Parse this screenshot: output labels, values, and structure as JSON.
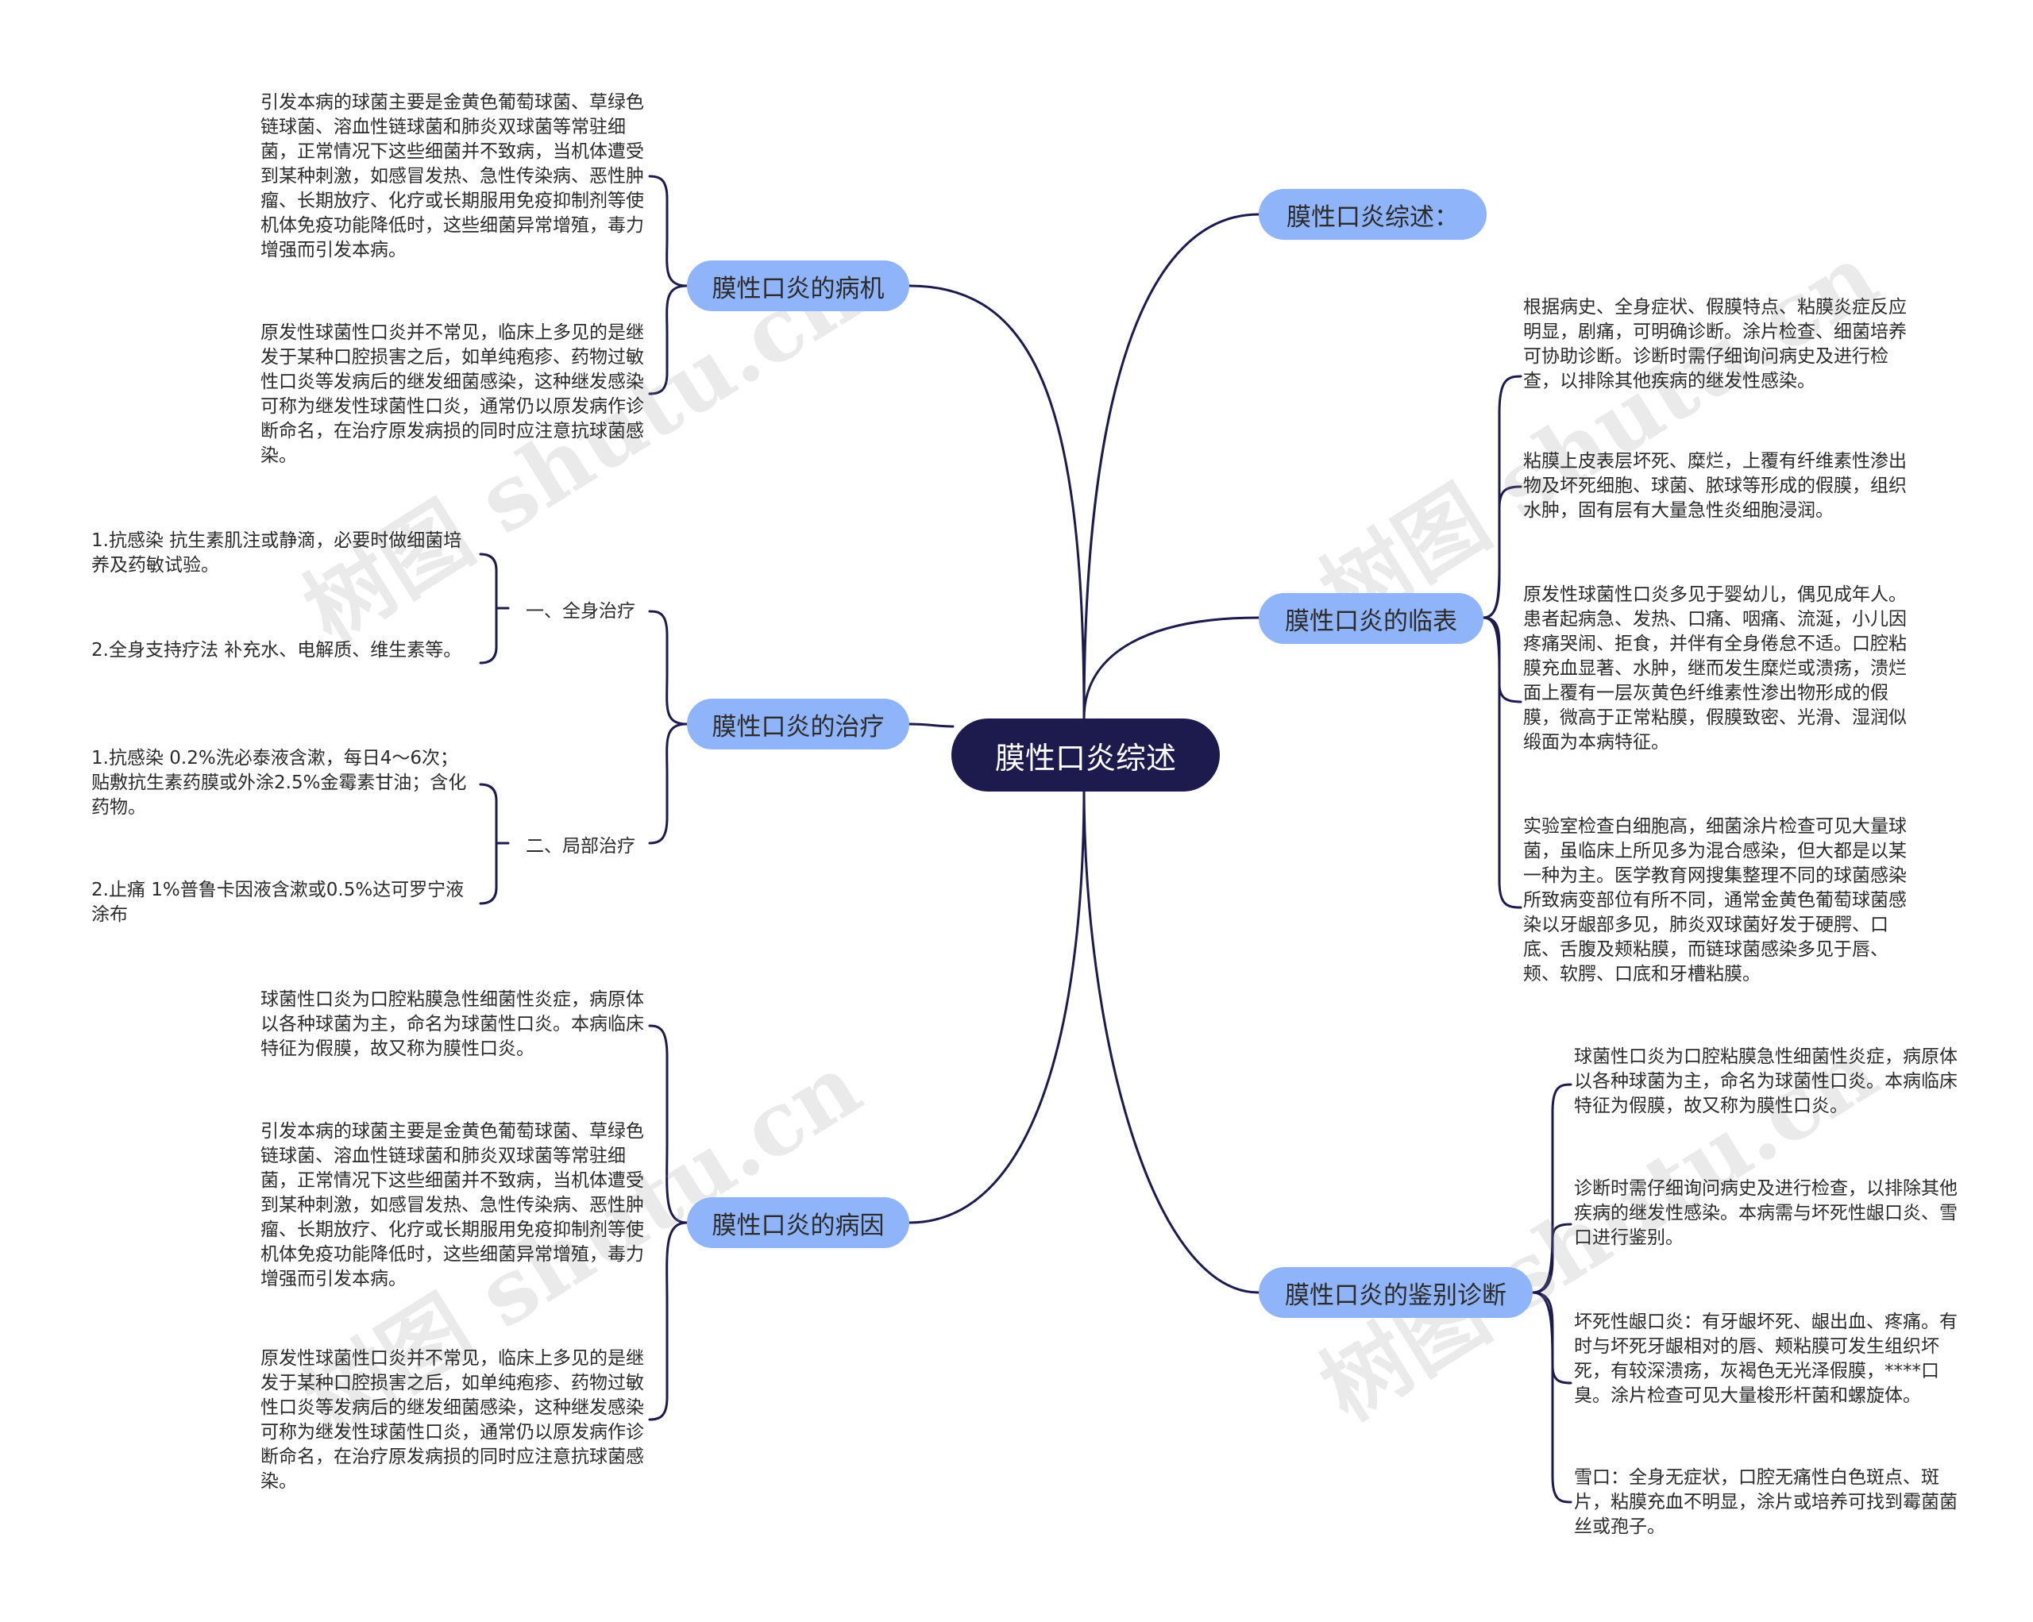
{
  "root": {
    "label": "膜性口炎综述"
  },
  "branches": {
    "overview": {
      "label": "膜性口炎综述："
    },
    "pathogenesis": {
      "label": "膜性口炎的病机",
      "leaves": [
        "引发本病的球菌主要是金黄色葡萄球菌、草绿色链球菌、溶血性链球菌和肺炎双球菌等常驻细菌，正常情况下这些细菌并不致病，当机体遭受到某种刺激，如感冒发热、急性传染病、恶性肿瘤、长期放疗、化疗或长期服用免疫抑制剂等使机体免疫功能降低时，这些细菌异常增殖，毒力增强而引发本病。",
        "原发性球菌性口炎并不常见，临床上多见的是继发于某种口腔损害之后，如单纯疱疹、药物过敏性口炎等发病后的继发细菌感染，这种继发感染可称为继发性球菌性口炎，通常仍以原发病作诊断命名，在治疗原发病损的同时应注意抗球菌感染。"
      ]
    },
    "treatment": {
      "label": "膜性口炎的治疗",
      "groups": [
        {
          "label": "一、全身治疗",
          "leaves": [
            "1.抗感染 抗生素肌注或静滴，必要时做细菌培养及药敏试验。",
            "2.全身支持疗法 补充水、电解质、维生素等。"
          ]
        },
        {
          "label": "二、局部治疗",
          "leaves": [
            "1.抗感染 0.2%洗必泰液含漱，每日4～6次；贴敷抗生素药膜或外涂2.5%金霉素甘油；含化药物。",
            "2.止痛 1%普鲁卡因液含漱或0.5%达可罗宁液涂布"
          ]
        }
      ]
    },
    "etiology": {
      "label": "膜性口炎的病因",
      "leaves": [
        "球菌性口炎为口腔粘膜急性细菌性炎症，病原体以各种球菌为主，命名为球菌性口炎。本病临床特征为假膜，故又称为膜性口炎。",
        "引发本病的球菌主要是金黄色葡萄球菌、草绿色链球菌、溶血性链球菌和肺炎双球菌等常驻细菌，正常情况下这些细菌并不致病，当机体遭受到某种刺激，如感冒发热、急性传染病、恶性肿瘤、长期放疗、化疗或长期服用免疫抑制剂等使机体免疫功能降低时，这些细菌异常增殖，毒力增强而引发本病。",
        "原发性球菌性口炎并不常见，临床上多见的是继发于某种口腔损害之后，如单纯疱疹、药物过敏性口炎等发病后的继发细菌感染，这种继发感染可称为继发性球菌性口炎，通常仍以原发病作诊断命名，在治疗原发病损的同时应注意抗球菌感染。"
      ]
    },
    "clinical": {
      "label": "膜性口炎的临表",
      "leaves": [
        "根据病史、全身症状、假膜特点、粘膜炎症反应明显，剧痛，可明确诊断。涂片检查、细菌培养可协助诊断。诊断时需仔细询问病史及进行检查，以排除其他疾病的继发性感染。",
        "粘膜上皮表层坏死、糜烂，上覆有纤维素性渗出物及坏死细胞、球菌、脓球等形成的假膜，组织水肿，固有层有大量急性炎细胞浸润。",
        "原发性球菌性口炎多见于婴幼儿，偶见成年人。患者起病急、发热、口痛、咽痛、流涎，小儿因疼痛哭闹、拒食，并伴有全身倦怠不适。口腔粘膜充血显著、水肿，继而发生糜烂或溃疡，溃烂面上覆有一层灰黄色纤维素性渗出物形成的假膜，微高于正常粘膜，假膜致密、光滑、湿润似缎面为本病特征。",
        "实验室检查白细胞高，细菌涂片检查可见大量球菌，虽临床上所见多为混合感染，但大都是以某一种为主。医学教育网搜集整理不同的球菌感染所致病变部位有所不同，通常金黄色葡萄球菌感染以牙龈部多见，肺炎双球菌好发于硬腭、口底、舌腹及颊粘膜，而链球菌感染多见于唇、颊、软腭、口底和牙槽粘膜。"
      ]
    },
    "differential": {
      "label": "膜性口炎的鉴别诊断",
      "leaves": [
        "球菌性口炎为口腔粘膜急性细菌性炎症，病原体以各种球菌为主，命名为球菌性口炎。本病临床特征为假膜，故又称为膜性口炎。",
        "诊断时需仔细询问病史及进行检查，以排除其他疾病的继发性感染。本病需与坏死性龈口炎、雪口进行鉴别。",
        "坏死性龈口炎：有牙龈坏死、龈出血、疼痛。有时与坏死牙龈相对的唇、颊粘膜可发生组织坏死，有较深溃疡，灰褐色无光泽假膜，****口臭。涂片检查可见大量梭形杆菌和螺旋体。",
        "雪口：全身无症状，口腔无痛性白色斑点、斑片，粘膜充血不明显，涂片或培养可找到霉菌菌丝或孢子。"
      ]
    }
  },
  "watermark": "树图 shutu.cn",
  "colors": {
    "root_bg": "#1d1b4d",
    "branch_bg": "#8fb4f9",
    "edge": "#1d1b4d"
  }
}
